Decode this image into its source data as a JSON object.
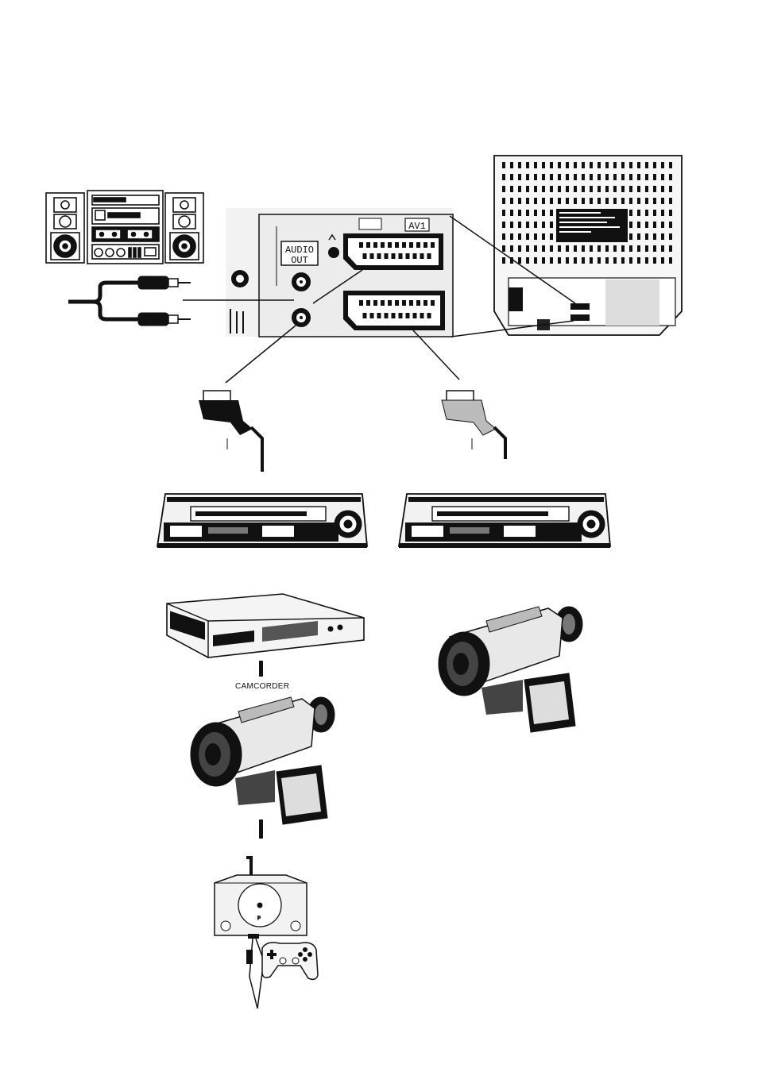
{
  "panel": {
    "audio_out_label_line1": "AUDIO",
    "audio_out_label_line2": "OUT",
    "av1_label": "AV1"
  },
  "captions": {
    "camcorder": "CAMCORDER"
  },
  "icons": {
    "stereo": "hifi-stereo-icon",
    "rca_cable": "rca-cable-icon",
    "scart_plug": "scart-plug-icon",
    "vcr": "vcr-icon",
    "satellite_receiver": "satellite-receiver-icon",
    "camcorder": "camcorder-icon",
    "game_console": "game-console-icon",
    "gamepad": "gamepad-icon",
    "tv_rear": "tv-rear-panel-icon"
  }
}
